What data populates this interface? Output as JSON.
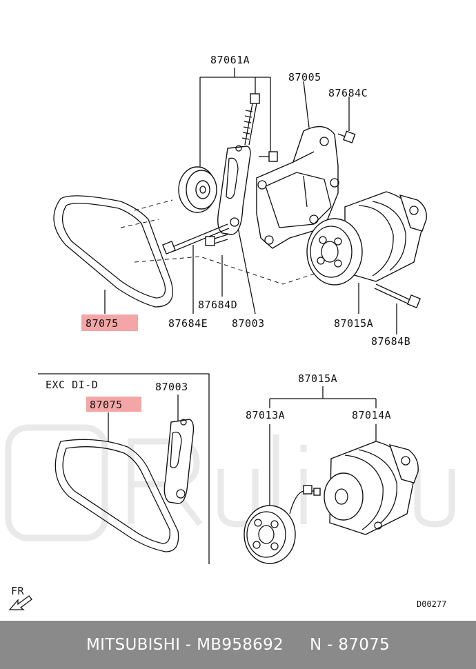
{
  "labels": {
    "p87061A": "87061A",
    "p87005": "87005",
    "p87684C": "87684C",
    "p87075_top": "87075",
    "p87684E": "87684E",
    "p87684D": "87684D",
    "p87003_top": "87003",
    "p87015A_top": "87015A",
    "p87684B": "87684B",
    "variant": "EXC DI-D",
    "p87003_box": "87003",
    "p87075_box": "87075",
    "p87015A_right": "87015A",
    "p87013A": "87013A",
    "p87014A": "87014A",
    "fr": "FR",
    "diagram_code": "D00277"
  },
  "footer": {
    "brand": "MITSUBISHI",
    "part_number": "MB958692",
    "ref": "N - 87075",
    "text": "MITSUBISHI - MB958692     N - 87075"
  },
  "colors": {
    "highlight": "#f4a6a6",
    "footer_bg": "#8a8a8a",
    "footer_text": "#ffffff",
    "line": "#111111",
    "watermark": "#e7e7e7"
  },
  "watermark": "Ruli.ru"
}
